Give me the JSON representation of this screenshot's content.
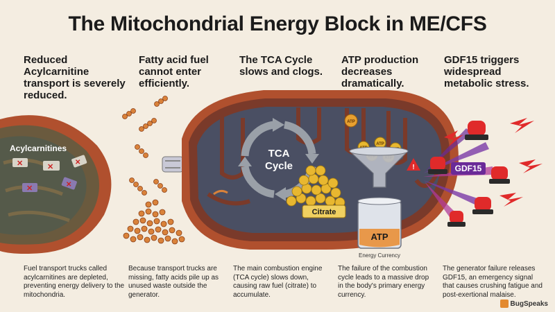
{
  "title": "The Mitochondrial Energy Block in ME/CFS",
  "columns": [
    {
      "heading": "Reduced Acylcarnitine transport is severely reduced.",
      "caption": "Fuel transport trucks called acylcarnitines are depleted, preventing energy delivery to the mitochondria."
    },
    {
      "heading": "Fatty acid fuel cannot enter efficiently.",
      "caption": "Because transport trucks are missing, fatty acids pile up as unused waste outside the generator."
    },
    {
      "heading": "The TCA Cycle slows and clogs.",
      "caption": "The main combustion engine (TCA cycle) slows down, causing raw fuel (citrate) to accumulate."
    },
    {
      "heading": "ATP production decreases dramatically.",
      "caption": "The failure of the combustion cycle leads to a massive drop in the body's primary energy currency."
    },
    {
      "heading": "GDF15 triggers widespread metabolic stress.",
      "caption": "The generator failure releases GDF15, an emergency signal that causes crushing fatigue and post-exertional malaise."
    }
  ],
  "labels": {
    "acylcarnitines": "Acylcarnitines",
    "tca": "TCA",
    "cycle": "Cycle",
    "citrate": "Citrate",
    "atp": "ATP",
    "energy_currency": "Energy Currency",
    "gdf15": "GDF15"
  },
  "logo": "BugSpeaks",
  "colors": {
    "background": "#f4ede1",
    "membrane_outer": "#b0502e",
    "matrix": "#4a4f63",
    "fatty_acid": "#d9823a",
    "alarm_red": "#e02a2a",
    "stress_purple": "#7a3aa8"
  }
}
